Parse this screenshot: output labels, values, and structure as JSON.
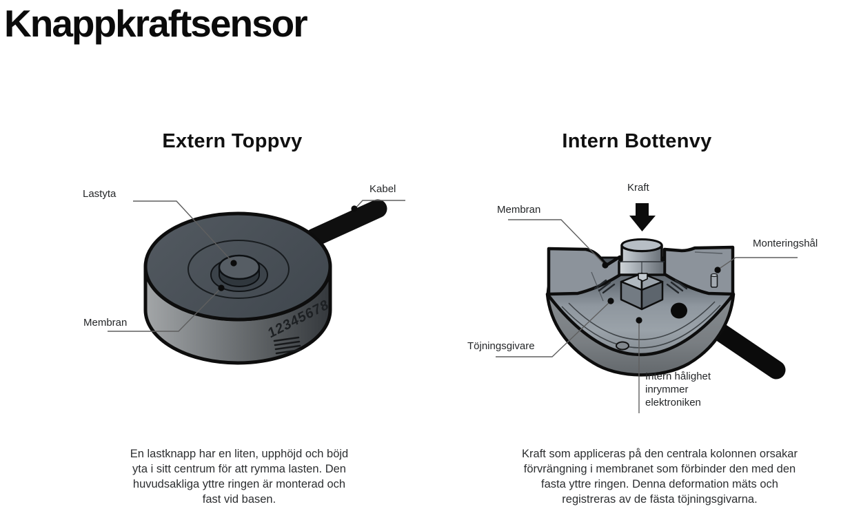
{
  "page": {
    "title": "Knappkraftsensor"
  },
  "left_view": {
    "heading": "Extern Toppvy",
    "labels": {
      "lastyta": "Lastyta",
      "kabel": "Kabel",
      "membran": "Membran"
    },
    "serial_marking": "12345678",
    "caption": "En lastknapp har en liten, upphöjd och böjd\nyta i sitt centrum för att rymma lasten. Den\nhuvudsakliga yttre ringen är monterad och\nfast vid basen."
  },
  "right_view": {
    "heading": "Intern Bottenvy",
    "labels": {
      "kraft": "Kraft",
      "membran": "Membran",
      "monteringshal": "Monteringshål",
      "tojningsgivare": "Töjningsgivare",
      "intern_halighet": "Intern hålighet\ninrymmer\nelektroniken"
    },
    "caption": "Kraft som appliceras på den centrala kolonnen orsakar\nförvrängning i membranet som förbinder den med den\nfasta yttre ringen. Denna deformation mäts och\nregistreras av de fästa töjningsgivarna."
  },
  "colors": {
    "outline": "#0d0d0d",
    "disc_face": "#4b5258",
    "metal_light": "#9ba3ab",
    "metal_mid": "#8b929a",
    "metal_dark": "#3f4347",
    "cable": "#0f0f0f",
    "label_text": "#242628"
  }
}
